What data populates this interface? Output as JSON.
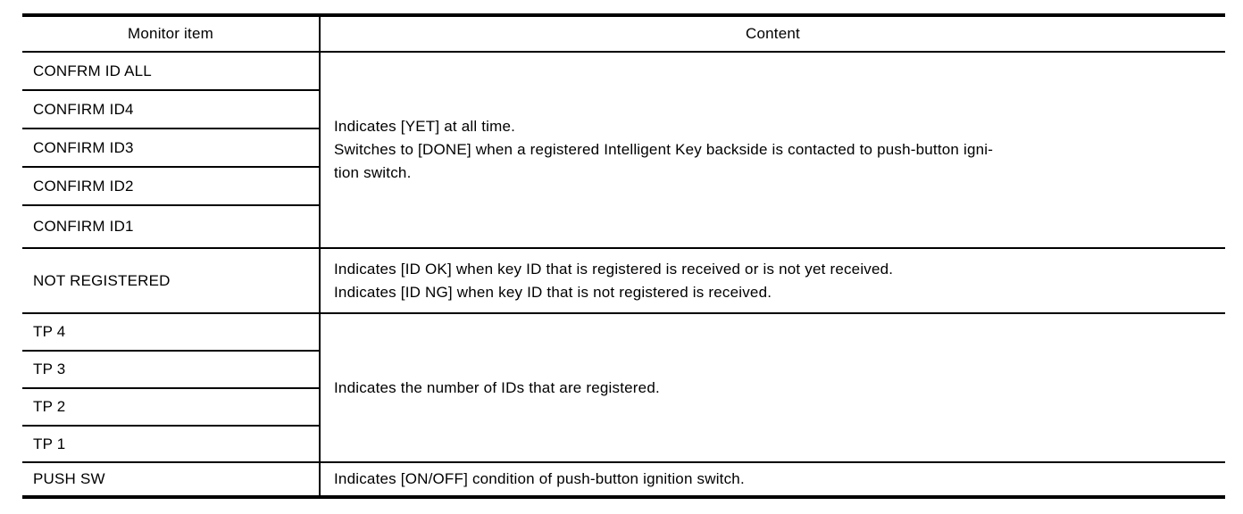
{
  "colors": {
    "background": "#ffffff",
    "text": "#000000",
    "border": "#000000"
  },
  "table": {
    "header": {
      "monitor_item": "Monitor item",
      "content": "Content"
    },
    "groups": [
      {
        "items": [
          "CONFRM ID ALL",
          "CONFIRM ID4",
          "CONFIRM ID3",
          "CONFIRM ID2",
          "CONFIRM ID1"
        ],
        "content_lines": [
          "Indicates [YET] at all time.",
          "Switches to [DONE] when a registered Intelligent Key backside is contacted to push-button igni-",
          "tion switch."
        ]
      },
      {
        "items": [
          "NOT REGISTERED"
        ],
        "content_lines": [
          "Indicates [ID OK] when key ID that is registered is received or is not yet received.",
          "Indicates [ID NG] when key ID that is not registered is received."
        ]
      },
      {
        "items": [
          "TP 4",
          "TP 3",
          "TP 2",
          "TP 1"
        ],
        "content_lines": [
          "Indicates the number of IDs that are registered."
        ]
      },
      {
        "items": [
          "PUSH SW"
        ],
        "content_lines": [
          "Indicates [ON/OFF] condition of push-button ignition switch."
        ]
      }
    ]
  }
}
